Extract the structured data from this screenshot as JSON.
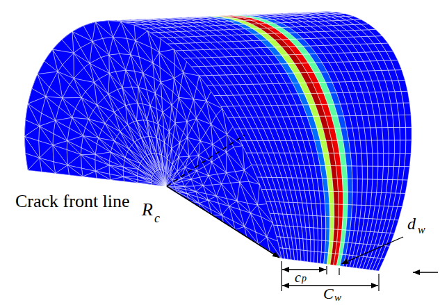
{
  "diagram": {
    "labels": [
      "Crack front line",
      "R",
      "c",
      "c",
      "p",
      "C",
      "w",
      "d",
      "w"
    ]
  }
}
